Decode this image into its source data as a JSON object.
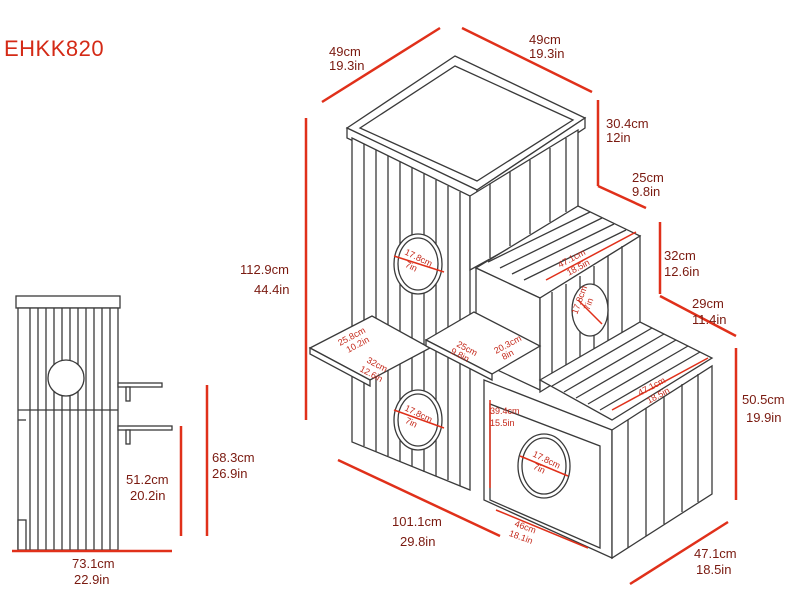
{
  "model": "EHKK820",
  "colors": {
    "dimension_line": "#e0301a",
    "label_text": "#7a1a10",
    "model_text": "#d42a16",
    "outline": "#3a3a3a"
  },
  "labels": {
    "top_left_width": [
      "49cm",
      "19.3in"
    ],
    "top_right_depth": [
      "49cm",
      "19.3in"
    ],
    "top_box_height": [
      "30.4cm",
      "12in"
    ],
    "step1_depth": [
      "25cm",
      "9.8in"
    ],
    "mid_box_height": [
      "32cm",
      "12.6in"
    ],
    "step2_depth": [
      "29cm",
      "11.4in"
    ],
    "total_height": [
      "112.9cm",
      "44.4in"
    ],
    "bottom_box_height": [
      "50.5cm",
      "19.9in"
    ],
    "total_length": [
      "101.1cm",
      "29.8in"
    ],
    "bottom_depth": [
      "47.1cm",
      "18.5in"
    ],
    "side_total_width": [
      "73.1cm",
      "22.9in"
    ],
    "side_height_upper": [
      "68.3cm",
      "26.9in"
    ],
    "side_height_lower": [
      "51.2cm",
      "20.2in"
    ],
    "hole_top": [
      "17.8cm",
      "7in"
    ],
    "hole_mid": [
      "17.8cm",
      "7in"
    ],
    "hole_bottom_left": [
      "17.8cm",
      "7in"
    ],
    "hole_bottom_right": [
      "17.8cm",
      "7in"
    ],
    "mid_top_width": [
      "47.1cm",
      "18.5in"
    ],
    "bottom_top_width": [
      "47.1cm",
      "18.5in"
    ],
    "platform_left_depth": [
      "25.8cm",
      "10.2in"
    ],
    "platform_left_width": [
      "32cm",
      "12.6in"
    ],
    "platform_right_depth": [
      "25cm",
      "9.8in"
    ],
    "platform_right_width": [
      "20.3cm",
      "8in"
    ],
    "door_height": [
      "39.4cm",
      "15.5in"
    ],
    "door_width": [
      "46cm",
      "18.1in"
    ]
  }
}
